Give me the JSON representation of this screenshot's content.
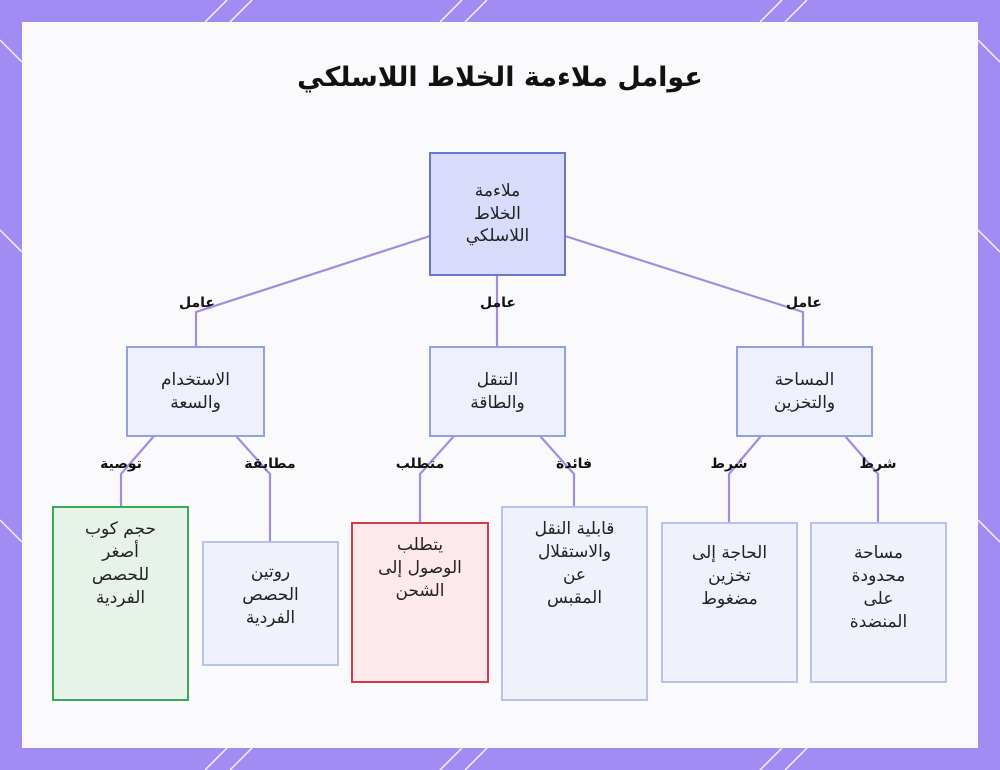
{
  "title": "عوامل ملاءمة الخلاط اللاسلكي",
  "nodes": {
    "root": "ملاءمة\nالخلاط\nاللاسلكي",
    "usage": "الاستخدام\nوالسعة",
    "mobility": "التنقل\nوالطاقة",
    "space": "المساحة\nوالتخزين",
    "smaller_cup": "حجم كوب\nأصغر\nللحصص\nالفردية",
    "single_routine": "روتين\nالحصص\nالفردية",
    "needs_charging": "يتطلب\nالوصول إلى\nالشحن",
    "portability": "قابلية النقل\nوالاستقلال\nعن\nالمقبس",
    "compact_storage": "الحاجة إلى\nتخزين\nمضغوط",
    "limited_counter": "مساحة\nمحدودة\nعلى\nالمنضدة"
  },
  "edge_labels": {
    "factor_usage": "عامل",
    "factor_mobility": "عامل",
    "factor_space": "عامل",
    "recommendation": "توصية",
    "match": "مطابقة",
    "requires": "متطلب",
    "benefit": "فائدة",
    "condition_storage": "شرط",
    "condition_counter": "شرط"
  },
  "colors": {
    "edge": "#a48be0",
    "frame": "#a08cf3",
    "root_fill": "#d9dbfb",
    "recommend_border": "#3aa857",
    "requirement_border": "#cf3b4b"
  }
}
